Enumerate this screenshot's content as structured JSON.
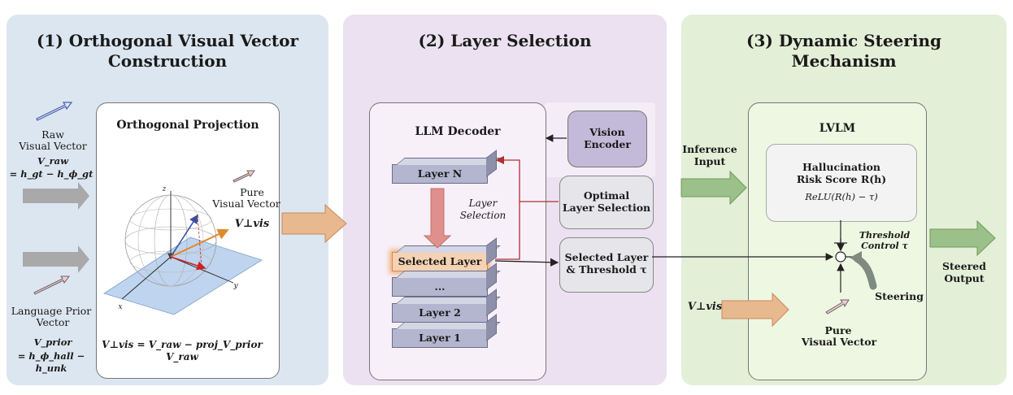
{
  "panel1": {
    "title_line1": "(1) Orthogonal Visual Vector",
    "title_line2": "Construction",
    "box_title": "Orthogonal Projection",
    "raw_label_line1": "Raw",
    "raw_label_line2": "Visual Vector",
    "raw_eq_line1": "V_raw",
    "raw_eq_line2": "= h_gt − h_ϕ_gt",
    "prior_label_line1": "Language Prior",
    "prior_label_line2": "Vector",
    "prior_eq_line1": "V_prior",
    "prior_eq_line2": "= h_ϕ_hall − h_unk",
    "pure_label_line1": "Pure",
    "pure_label_line2": "Visual Vector",
    "vis_symbol": "V⊥vis",
    "axis_z": "z",
    "axis_y": "y",
    "axis_x": "x",
    "formula": "V⊥vis = V_raw − proj_V_prior V_raw"
  },
  "panel2": {
    "title": "(2) Layer Selection",
    "box_title": "LLM Decoder",
    "layers": [
      "Layer N",
      "Selected Layer",
      "...",
      "Layer 2",
      "Layer 1"
    ],
    "layer_selection_label": "Layer Selection",
    "vision_encoder_line1": "Vision",
    "vision_encoder_line2": "Encoder",
    "optimal_line1": "Optimal",
    "optimal_line2": "Layer Selection",
    "selected_line1": "Selected Layer",
    "selected_line2": "& Threshold τ"
  },
  "panel3": {
    "title_line1": "(3) Dynamic Steering",
    "title_line2": "Mechanism",
    "box_title": "LVLM",
    "inference_line1": "Inference",
    "inference_line2": "Input",
    "risk_line1": "Hallucination",
    "risk_line2": "Risk Score R(h)",
    "risk_formula": "ReLU(R(h) − τ)",
    "threshold_line1": "Threshold",
    "threshold_line2": "Control τ",
    "steering": "Steering",
    "vis_symbol": "V⊥vis",
    "pure_line1": "Pure",
    "pure_line2": "Visual Vector",
    "steered_line1": "Steered",
    "steered_line2": "Output"
  },
  "colors": {
    "panel1_bg": "#dce6f0",
    "panel2_bg": "#ebe1f0",
    "panel3_bg": "#e3efd7",
    "orange_arrow": "#e8b98f",
    "green_arrow": "#9cc08a",
    "gray_arrow": "#a9a9a9",
    "red_arrow": "#b03030"
  }
}
